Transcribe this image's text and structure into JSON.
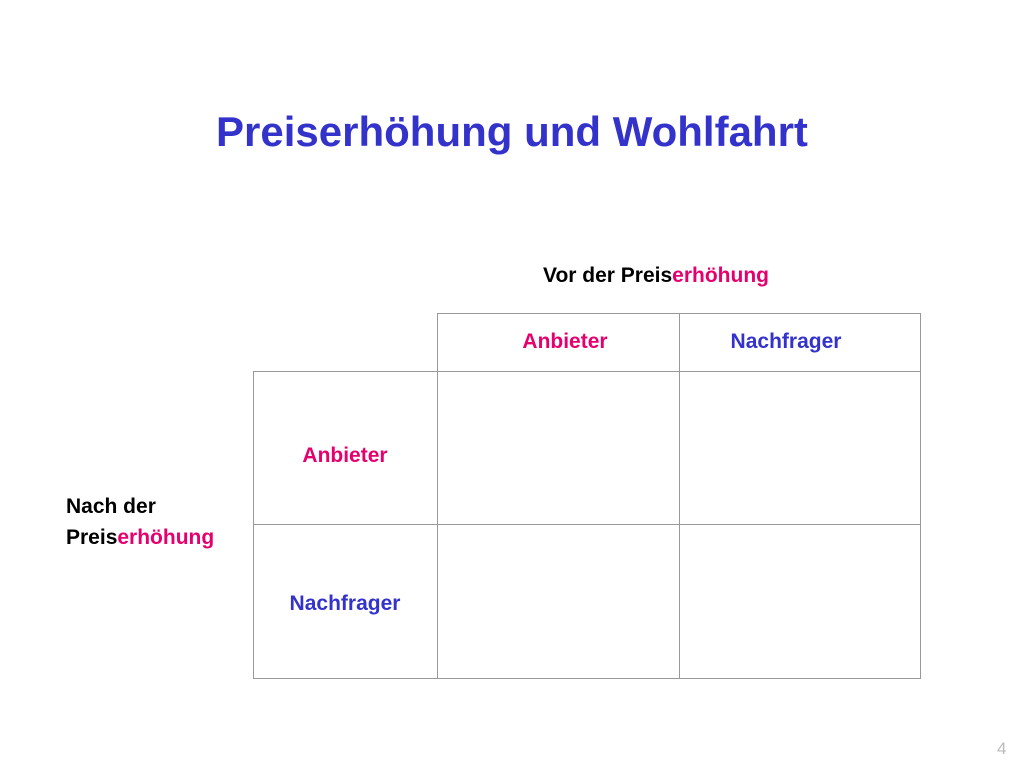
{
  "slide": {
    "title": "Preiserhöhung und Wohlfahrt",
    "column_header": {
      "prefix": "Vor der Preis",
      "highlight": "erhöhung"
    },
    "row_header": {
      "line1": "Nach der",
      "line2_prefix": "Preis",
      "line2_highlight": "erhöhung"
    },
    "columns": [
      "Anbieter",
      "Nachfrager"
    ],
    "rows": [
      "Anbieter",
      "Nachfrager"
    ],
    "page_number": "4"
  },
  "colors": {
    "title_blue": "#3333cc",
    "accent_magenta": "#e6006e",
    "grid_gray": "#999999",
    "text_black": "#000000"
  }
}
